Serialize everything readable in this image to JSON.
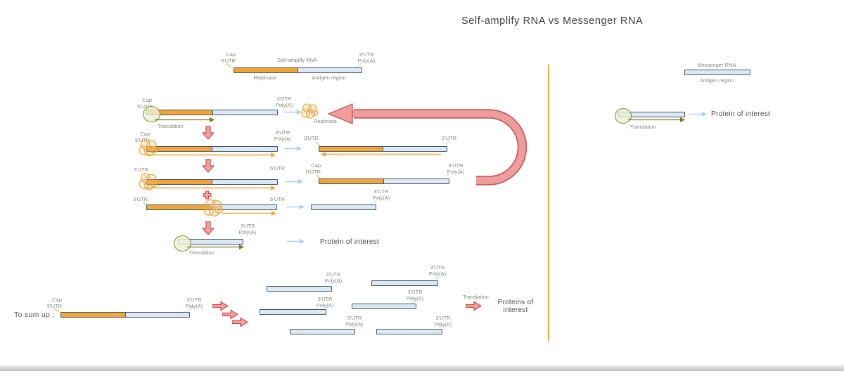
{
  "title": "Self-amplify RNA vs Messenger RNA",
  "strings": {
    "cap": "Cap",
    "utr5": "5'UTR",
    "utr3": "3'UTR",
    "polya": "Poly(A)",
    "self_amplify": "Self-amplify RNA",
    "messenger": "Messenger RNA",
    "replicase": "Replicase",
    "antigen": "Antigen region",
    "translation": "Translation",
    "protein": "Protein of interest",
    "proteins1": "Proteins of",
    "proteins2": "interest",
    "sum_up": "To sum up :"
  },
  "colors": {
    "replicase_segment": "#F2A434",
    "antigen_segment": "#DCE9F4",
    "bar_border": "#46586A",
    "red_arrow_fill": "#F2A3A0",
    "red_arrow_stroke": "#C94B4B",
    "recycle_arrow_fill": "#EF9C9C",
    "recycle_arrow_stroke": "#C75B5B",
    "ribosome_fill": "#ECF0D4",
    "ribosome_stroke": "#7F8C2B",
    "translation_arrow": "#77781F",
    "flow_arrow": "#A9CFE8",
    "replicase_cluster": "#EFA63C",
    "divider": "#F2A634"
  }
}
